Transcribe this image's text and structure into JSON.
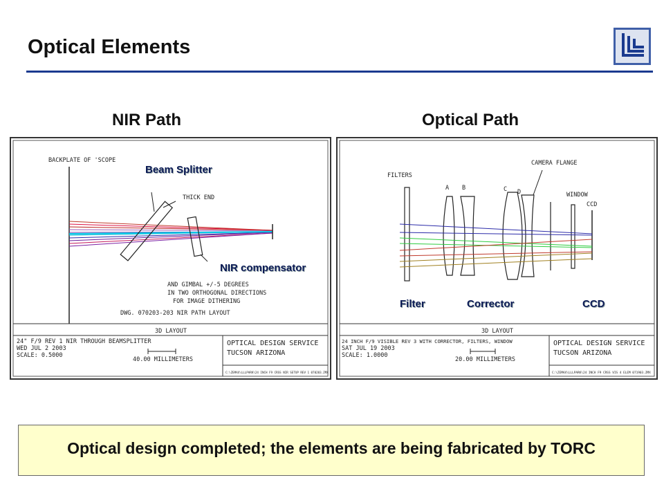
{
  "title": "Optical Elements",
  "nir": {
    "heading": "NIR Path",
    "labels": {
      "backplate": "BACKPLATE OF 'SCOPE",
      "thick_end": "THICK END",
      "gimbal_1": "AND GIMBAL +/-5 DEGREES",
      "gimbal_2": "IN TWO ORTHOGONAL DIRECTIONS",
      "gimbal_3": "FOR IMAGE DITHERING",
      "dwg": "DWG. 070203-203 NIR PATH LAYOUT"
    },
    "callouts": {
      "beam_splitter": "Beam Splitter",
      "nir_compensator": "NIR compensator"
    },
    "titleblock": {
      "layout": "3D LAYOUT",
      "line1": "24\" F/9 REV 1 NIR THROUGH BEAMSPLITTER",
      "date": "WED JUL 2 2003",
      "scale": "SCALE:   0.5000",
      "mm": "40.00 MILLIMETERS",
      "service": "OPTICAL DESIGN SERVICE",
      "city": "TUCSON     ARIZONA",
      "file": "C:\\ZEMAX\\LLLPARK\\24 INCH F9 CRSS NIR SETUP REV 1 070203.ZMX"
    }
  },
  "optical": {
    "heading": "Optical Path",
    "labels": {
      "filters": "FILTERS",
      "camera_flange": "CAMERA FLANGE",
      "window": "WINDOW",
      "ccd": "CCD",
      "a": "A",
      "b": "B",
      "c": "C",
      "d": "D"
    },
    "callouts": {
      "filter": "Filter",
      "corrector": "Corrector",
      "ccd": "CCD"
    },
    "titleblock": {
      "layout": "3D LAYOUT",
      "line1": "24 INCH F/9  VISIBLE REV 3 WITH CORRECTOR, FILTERS, WINDOW",
      "date": "SAT JUL 19 2003",
      "scale": "SCALE:   1.0000",
      "mm": "20.00 MILLIMETERS",
      "service": "OPTICAL DESIGN SERVICE",
      "city": "TUCSON     ARIZONA",
      "file": "C:\\ZEMAX\\LLLPARK\\24 INCH F9 CRSS VIS 4 ELEM 071903.ZMX"
    }
  },
  "footer": "Optical design completed; the elements are being fabricated by TORC",
  "colors": {
    "accent": "#1a3a8f",
    "footer_bg": "#ffffcc",
    "callout": "#0b1a55"
  }
}
